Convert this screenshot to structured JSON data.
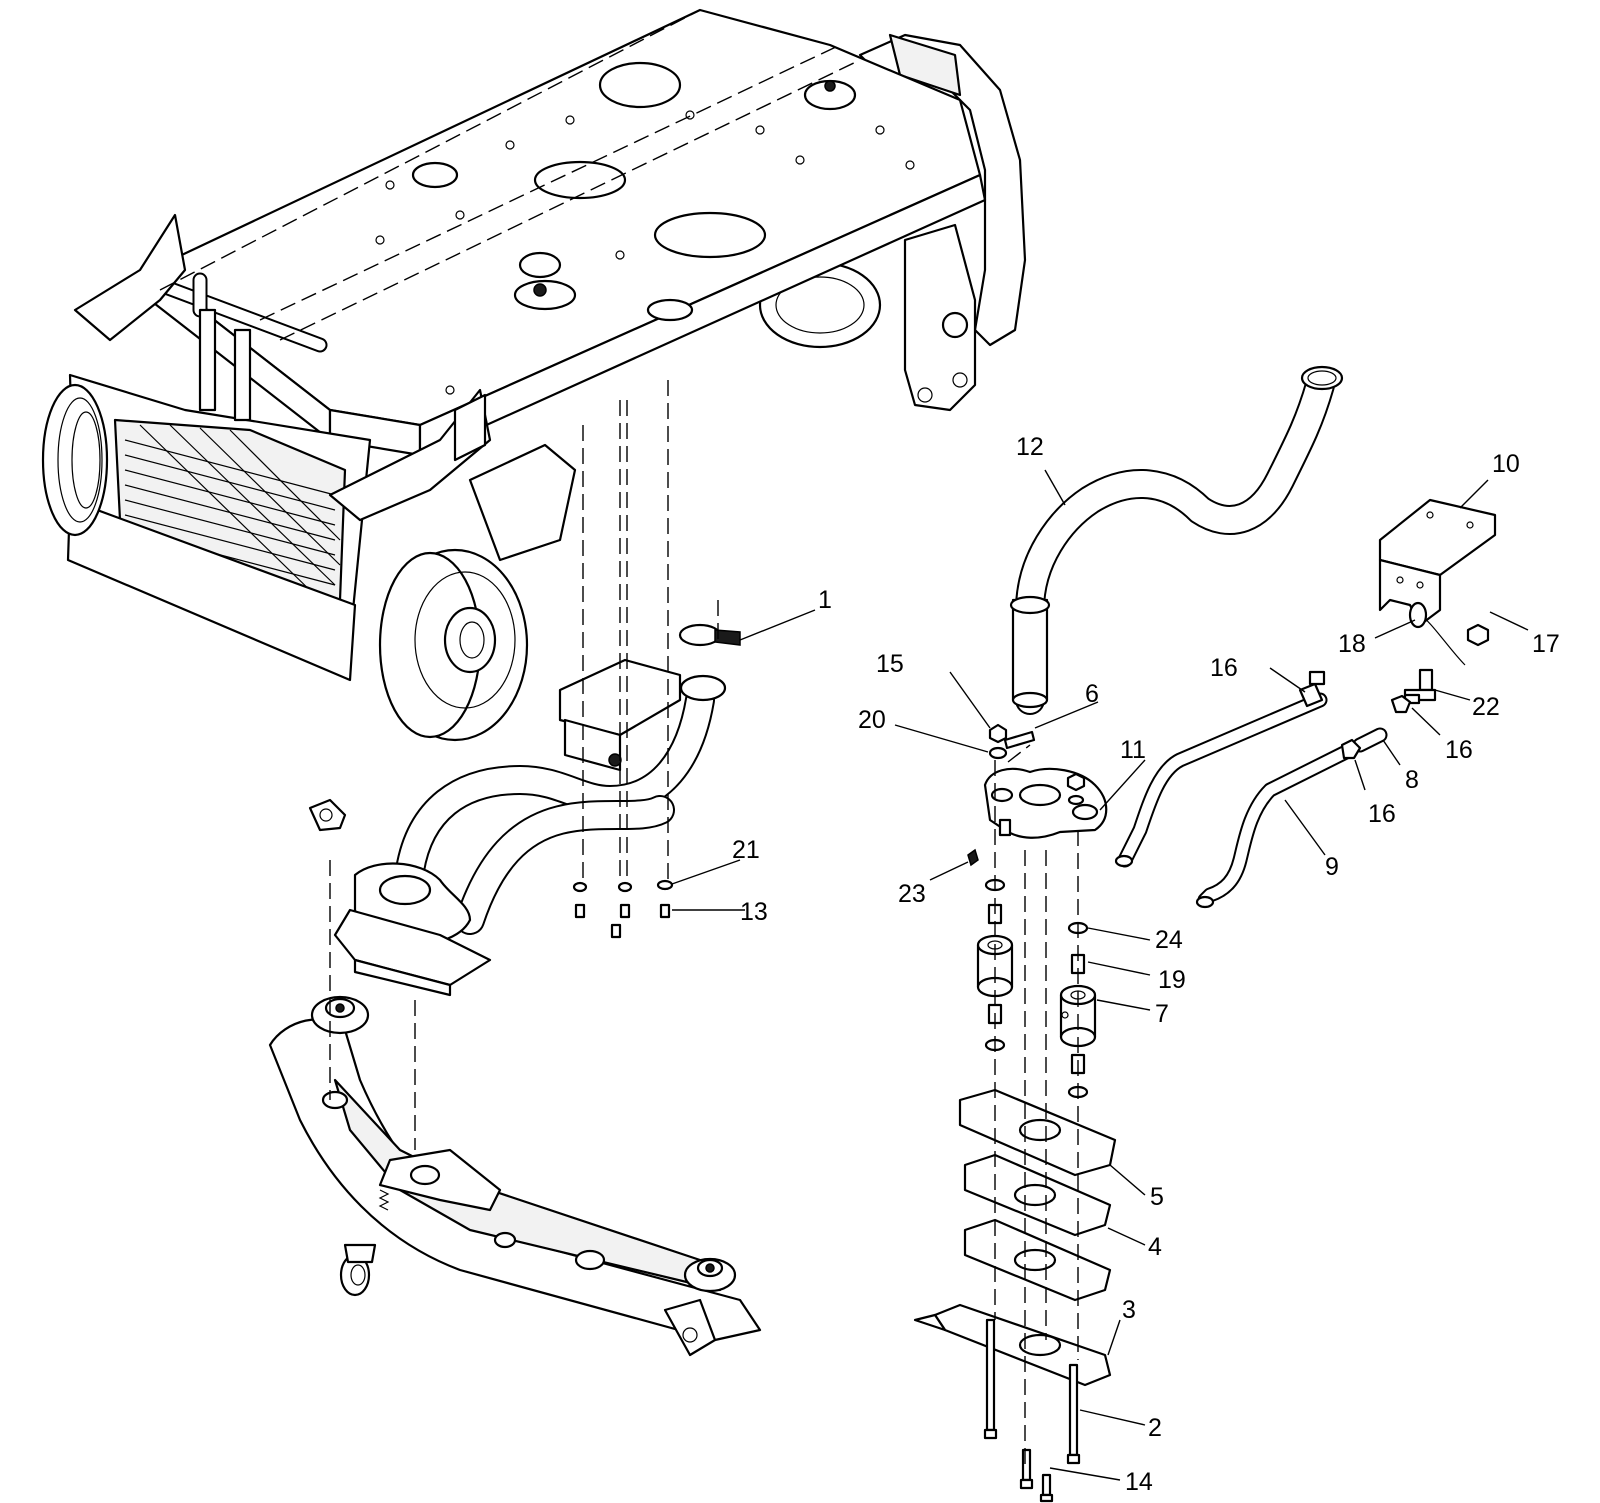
{
  "callouts": {
    "c1": "1",
    "c2": "2",
    "c3": "3",
    "c4": "4",
    "c5": "5",
    "c6": "6",
    "c7": "7",
    "c8": "8",
    "c9": "9",
    "c10": "10",
    "c11": "11",
    "c12": "12",
    "c13": "13",
    "c14": "14",
    "c15": "15",
    "c16a": "16",
    "c16b": "16",
    "c16c": "16",
    "c17": "17",
    "c18": "18",
    "c19": "19",
    "c20": "20",
    "c21": "21",
    "c22": "22",
    "c23": "23",
    "c24": "24"
  }
}
